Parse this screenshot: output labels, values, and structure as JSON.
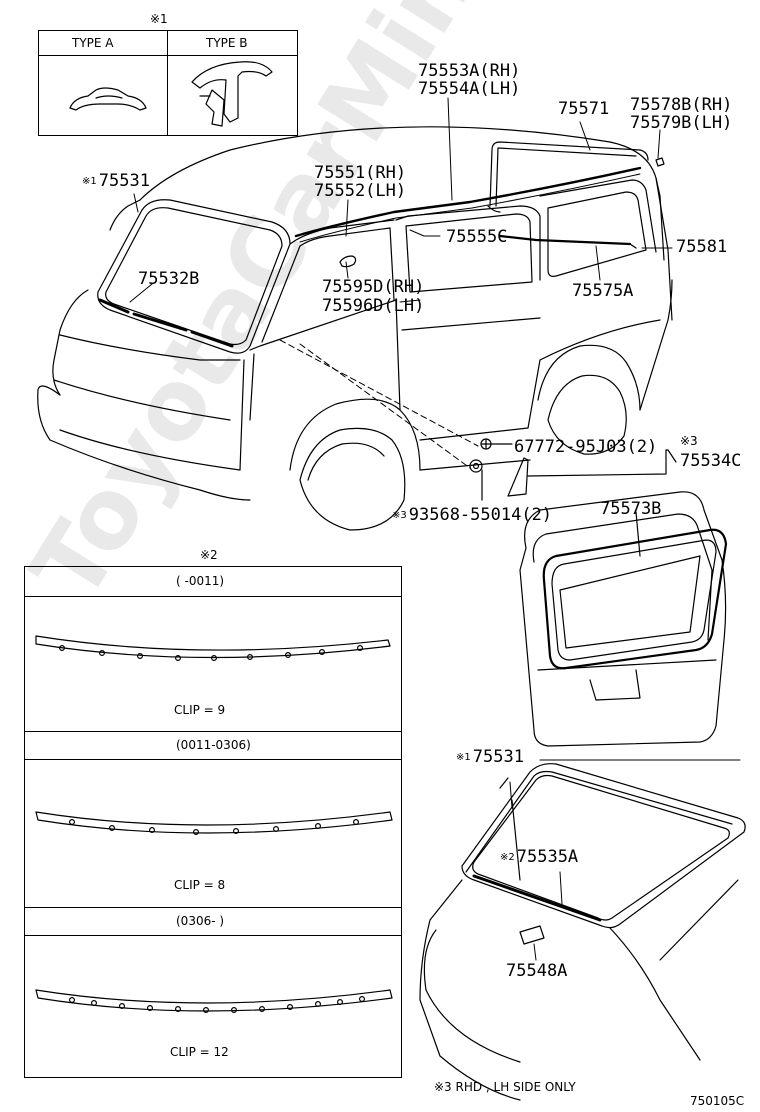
{
  "watermark": "ToyotaCarMine.ru",
  "legend_top": {
    "ref": "※1",
    "type_a": "TYPE A",
    "type_b": "TYPE B"
  },
  "legend_clip": {
    "ref": "※2",
    "rows": [
      {
        "header": "(       -0011)",
        "caption": "CLIP = 9"
      },
      {
        "header": "(0011-0306)",
        "caption": "CLIP = 8"
      },
      {
        "header": "(0306-       )",
        "caption": "CLIP = 12"
      }
    ]
  },
  "labels": {
    "p75553a": "75553A(RH)",
    "p75554a": "75554A(LH)",
    "p75571": "75571",
    "p75578b": "75578B(RH)",
    "p75579b": "75579B(LH)",
    "p75531_ref": "※1",
    "p75531": "75531",
    "p75551": "75551(RH)",
    "p75552": "75552(LH)",
    "p75555c": "75555C",
    "p75581": "75581",
    "p75532b": "75532B",
    "p75595d": "75595D(RH)",
    "p75596d": "75596D(LH)",
    "p75575a": "75575A",
    "p67772": "67772-95J03(2)",
    "p75534c_ref": "※3",
    "p75534c": "75534C",
    "p93568_ref": "※3",
    "p93568": "93568-55014(2)",
    "p75573b": "75573B",
    "p75531b_ref": "※1",
    "p75531b": "75531",
    "p75535a_ref": "※2",
    "p75535a": "75535A",
    "p75548a": "75548A"
  },
  "footnote": "※3  RHD , LH SIDE ONLY",
  "diagram_code": "750105C"
}
